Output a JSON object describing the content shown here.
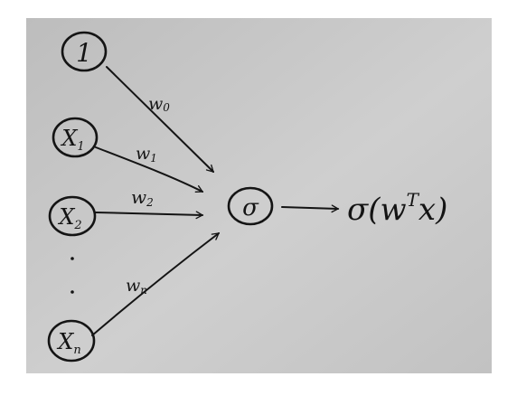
{
  "diagram": {
    "inputs": [
      {
        "id": "bias",
        "label": "1"
      },
      {
        "id": "x1",
        "label": "X",
        "sub": "1"
      },
      {
        "id": "x2",
        "label": "X",
        "sub": "2"
      },
      {
        "id": "xn",
        "label": "X",
        "sub": "n"
      }
    ],
    "weights": [
      {
        "label": "w",
        "sub": "0"
      },
      {
        "label": "w",
        "sub": "1"
      },
      {
        "label": "w",
        "sub": "2"
      },
      {
        "label": "w",
        "sub": "n"
      }
    ],
    "neuron": {
      "label": "σ"
    },
    "output": {
      "prefix": "σ(w",
      "superscript": "T",
      "suffix": "x)"
    }
  }
}
